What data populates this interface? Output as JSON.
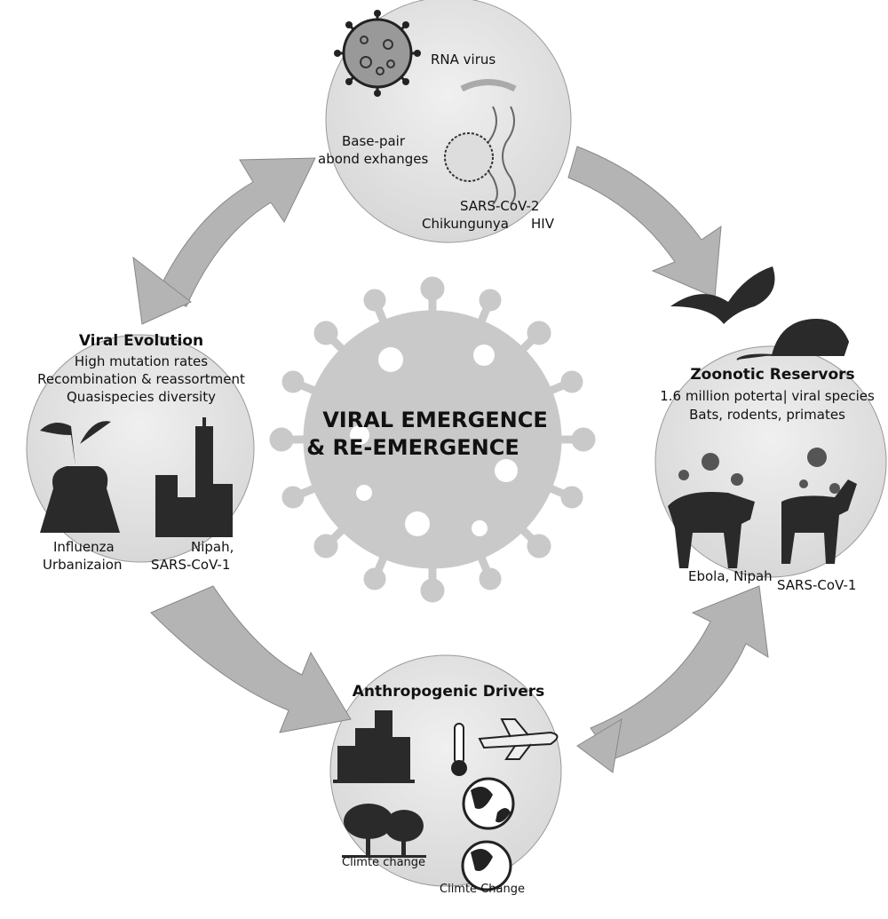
{
  "title": {
    "line1": "VIRAL EMERGENCE",
    "line2": "& RE-EMERGENCE"
  },
  "top": {
    "rna": "RNA virus",
    "base1": "Base-pair",
    "base2": "abond exhanges",
    "sars2": "SARS-CoV-2",
    "chik": "Chikungunya",
    "hiv": "HIV"
  },
  "left": {
    "heading": "Viral Evolution",
    "lines": [
      "High mutation rates",
      "Recombination & reassortment",
      "Quasispecies diversity"
    ],
    "infl": "Influenza",
    "urb": "Urbanizaion",
    "nipah": "Nipah,",
    "sars1": "SARS-CoV-1"
  },
  "right": {
    "heading": "Zoonotic Reservors",
    "lines": [
      "1.6 million poterta| viral species",
      "Bats, rodents, primates"
    ],
    "ebola": "Ebola, Nipah",
    "sars1": "SARS-CoV-1"
  },
  "bottom": {
    "heading": "Anthropogenic Drivers",
    "climate1": "Climte change",
    "climate2": "Climte Change"
  },
  "colors": {
    "circle": "#e4e4e4",
    "arrow": "#b4b4b4",
    "virus": "#c9c9c9",
    "icon": "#2a2a2a"
  }
}
